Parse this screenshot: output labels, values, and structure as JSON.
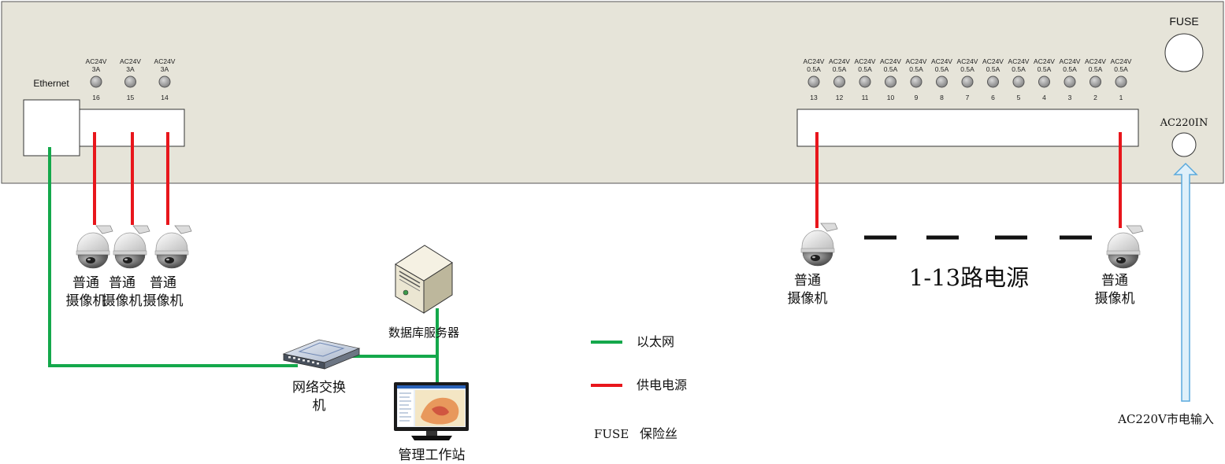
{
  "panel": {
    "ethernet_label": "Ethernet",
    "fuse_label": "FUSE",
    "ac_in_label": "AC220IN",
    "left_ports": [
      {
        "voltage": "AC24V",
        "current": "3A",
        "number": "16"
      },
      {
        "voltage": "AC24V",
        "current": "3A",
        "number": "15"
      },
      {
        "voltage": "AC24V",
        "current": "3A",
        "number": "14"
      }
    ],
    "right_ports": [
      {
        "voltage": "AC24V",
        "current": "0.5A",
        "number": "13"
      },
      {
        "voltage": "AC24V",
        "current": "0.5A",
        "number": "12"
      },
      {
        "voltage": "AC24V",
        "current": "0.5A",
        "number": "11"
      },
      {
        "voltage": "AC24V",
        "current": "0.5A",
        "number": "10"
      },
      {
        "voltage": "AC24V",
        "current": "0.5A",
        "number": "9"
      },
      {
        "voltage": "AC24V",
        "current": "0.5A",
        "number": "8"
      },
      {
        "voltage": "AC24V",
        "current": "0.5A",
        "number": "7"
      },
      {
        "voltage": "AC24V",
        "current": "0.5A",
        "number": "6"
      },
      {
        "voltage": "AC24V",
        "current": "0.5A",
        "number": "5"
      },
      {
        "voltage": "AC24V",
        "current": "0.5A",
        "number": "4"
      },
      {
        "voltage": "AC24V",
        "current": "0.5A",
        "number": "3"
      },
      {
        "voltage": "AC24V",
        "current": "0.5A",
        "number": "2"
      },
      {
        "voltage": "AC24V",
        "current": "0.5A",
        "number": "1"
      }
    ]
  },
  "cameras": {
    "left": [
      {
        "line1": "普通",
        "line2": "摄像机"
      },
      {
        "line1": "普通",
        "line2": "摄像机"
      },
      {
        "line1": "普通",
        "line2": "摄像机"
      }
    ],
    "right": [
      {
        "line1": "普通",
        "line2": "摄像机"
      },
      {
        "line1": "普通",
        "line2": "摄像机"
      }
    ]
  },
  "power_range_label": "1-13路电源",
  "server_label": "数据库服务器",
  "switch_label": [
    "网络交换",
    "机"
  ],
  "workstation_label": "管理工作站",
  "legend": {
    "ethernet": "以太网",
    "power": "供电电源",
    "fuse_key": "FUSE",
    "fuse_value": "保险丝"
  },
  "mains_input_label": "AC220V市电输入",
  "colors": {
    "ethernet": "#14a84b",
    "power": "#e8161c",
    "panel": "#e6e4d9",
    "arrow_fill": "#dff0fa",
    "arrow_stroke": "#5aa9dd"
  },
  "icons": {
    "camera": "dome-camera-icon",
    "server": "server-icon",
    "switch": "network-switch-icon",
    "workstation": "monitor-icon"
  }
}
